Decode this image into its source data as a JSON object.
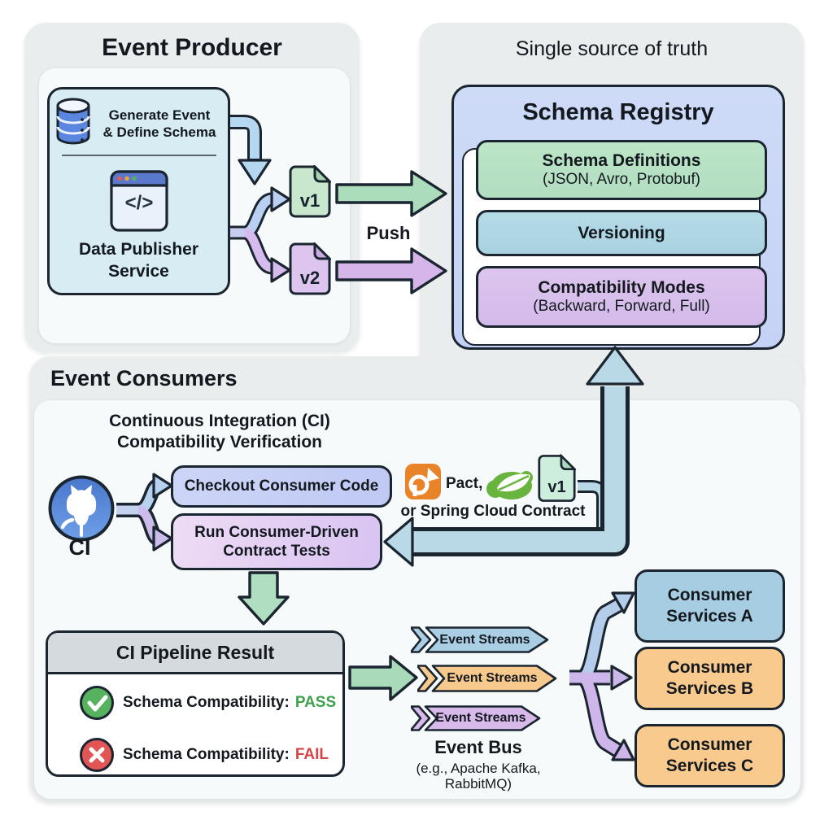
{
  "producer": {
    "title": "Event Producer",
    "generate_line1": "Generate Event",
    "generate_line2": "& Define Schema",
    "code_glyph": "</>",
    "service_line1": "Data Publisher",
    "service_line2": "Service",
    "v1": "v1",
    "v2": "v2",
    "push_label": "Push"
  },
  "registry": {
    "panel_title": "Single source of truth",
    "title": "Schema Registry",
    "boxes": [
      {
        "title": "Schema Definitions",
        "subtitle": "(JSON, Avro, Protobuf)"
      },
      {
        "title": "Versioning",
        "subtitle": ""
      },
      {
        "title": "Compatibility Modes",
        "subtitle": "(Backward, Forward, Full)"
      }
    ]
  },
  "consumers": {
    "title": "Event Consumers",
    "ci_heading_line1": "Continuous Integration (CI)",
    "ci_heading_line2": "Compatibility Verification",
    "ci_label": "CI",
    "checkout_label": "Checkout Consumer Code",
    "tests_line1": "Run Consumer-Driven",
    "tests_line2": "Contract Tests",
    "pact_label": "Pact,",
    "spring_label": "or Spring Cloud Contract",
    "contract_version": "v1",
    "result": {
      "title": "CI Pipeline Result",
      "pass_label": "Schema Compatibility:",
      "pass_value": "PASS",
      "fail_label": "Schema Compatibility:",
      "fail_value": "FAIL"
    },
    "streams": [
      "Event Streams",
      "Event Streams",
      "Event Streams"
    ],
    "bus_title": "Event Bus",
    "bus_sub1": "(e.g., Apache Kafka,",
    "bus_sub2": "RabbitMQ)",
    "services": [
      {
        "line1": "Consumer",
        "line2": "Services A"
      },
      {
        "line1": "Consumer",
        "line2": "Services B"
      },
      {
        "line1": "Consumer",
        "line2": "Services C"
      }
    ]
  },
  "colors": {
    "panel_gray": "#e9edee",
    "panel_light": "#f6fafb",
    "outline": "#1b2530",
    "producer_box_blue": "#d8edf3",
    "v1_green": "#c7e8cc",
    "v2_purple": "#ddc5f0",
    "registry_blue": "#cbd8f6",
    "schema_green": "#b9e2c4",
    "versioning_blue": "#afd6e3",
    "compat_purple": "#d9c0ec",
    "arrow_green": "#abdcbc",
    "arrow_purple": "#d5b5ea",
    "arrow_blue": "#b5d7ef",
    "arrow_teal": "#b9d9e7",
    "checkout_blue": "#c5cef4",
    "tests_purple": "#e3d0f3",
    "pass_green": "#3da14c",
    "fail_red": "#d64545",
    "stream_blue": "#aacfe5",
    "stream_orange": "#f8c98c",
    "stream_purple": "#d7b9ea",
    "service_a_blue": "#a6cde1",
    "service_bc_orange": "#f8ca8d",
    "github_blue": "#4e80d4",
    "pact_orange": "#e8832a",
    "spring_green": "#68b43e"
  }
}
